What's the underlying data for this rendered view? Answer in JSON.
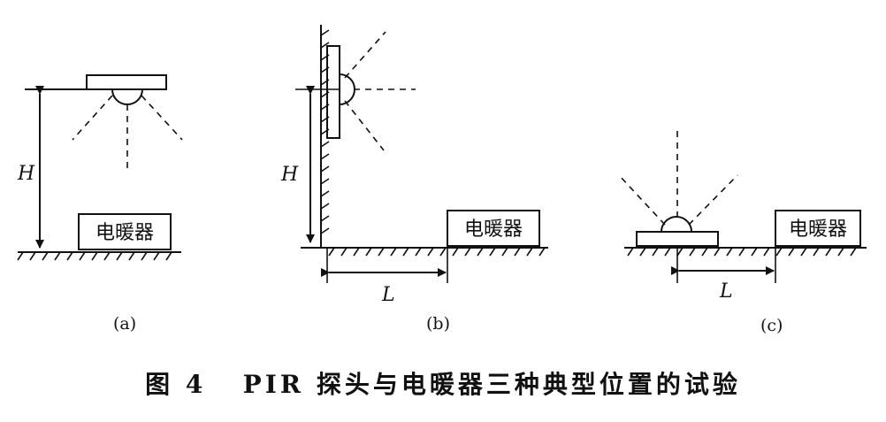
{
  "panels": [
    {
      "id": "a",
      "label": "(a)",
      "heater": "电暖器",
      "height_label": "H"
    },
    {
      "id": "b",
      "label": "(b)",
      "heater": "电暖器",
      "height_label": "H",
      "distance_label": "L"
    },
    {
      "id": "c",
      "label": "(c)",
      "heater": "电暖器",
      "distance_label": "L"
    }
  ],
  "caption": "图 4   PIR 探头与电暖器三种典型位置的试验"
}
